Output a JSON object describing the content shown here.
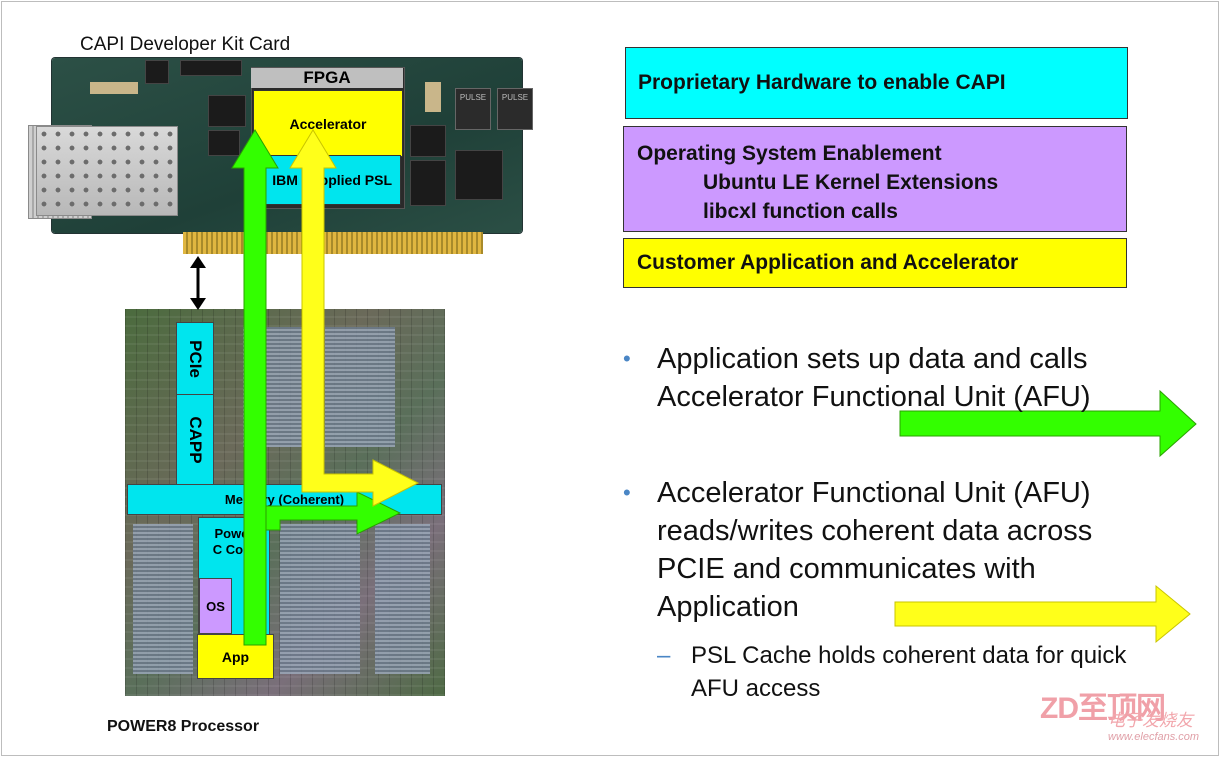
{
  "card": {
    "title": "CAPI Developer Kit Card",
    "fpga_label": "FPGA",
    "accelerator_label": "Accelerator",
    "psl_label": "IBM Supplied PSL",
    "chip_text_1": "PULSE",
    "chip_text_2": "PULSE"
  },
  "processor": {
    "label": "POWER8 Processor",
    "pcie_label": "PCIe",
    "capp_label": "CAPP",
    "memory_label": "Memory (Coherent)",
    "core_label_1": "Power",
    "core_label_2": "C Core",
    "os_label": "OS",
    "app_label": "App"
  },
  "legend": {
    "hardware": "Proprietary Hardware to enable CAPI",
    "os_title": "Operating System Enablement",
    "os_item_1": "Ubuntu LE Kernel Extensions",
    "os_item_2": "libcxl function calls",
    "application": "Customer Application and Accelerator"
  },
  "bullets": {
    "b1_line1": "Application sets up data and calls",
    "b1_line2": "Accelerator Functional Unit (AFU)",
    "b2_line1": "Accelerator Functional Unit (AFU)",
    "b2_line2": "reads/writes coherent data across",
    "b2_line3": "PCIE and communicates with",
    "b2_line4": "Application",
    "sub_line1": "PSL Cache holds coherent data for quick",
    "sub_line2": "AFU access",
    "bullet_glyph": "•",
    "dash_glyph": "–"
  },
  "watermark": {
    "logo": "ZD至顶网",
    "line1": "电子发烧友",
    "line2": "www.elecfans.com"
  },
  "colors": {
    "cyan": "#00e5ee",
    "purple": "#cc99ff",
    "yellow": "#ffff00",
    "green_arrow": "#33ff00",
    "yellow_arrow": "#ffff1a"
  }
}
